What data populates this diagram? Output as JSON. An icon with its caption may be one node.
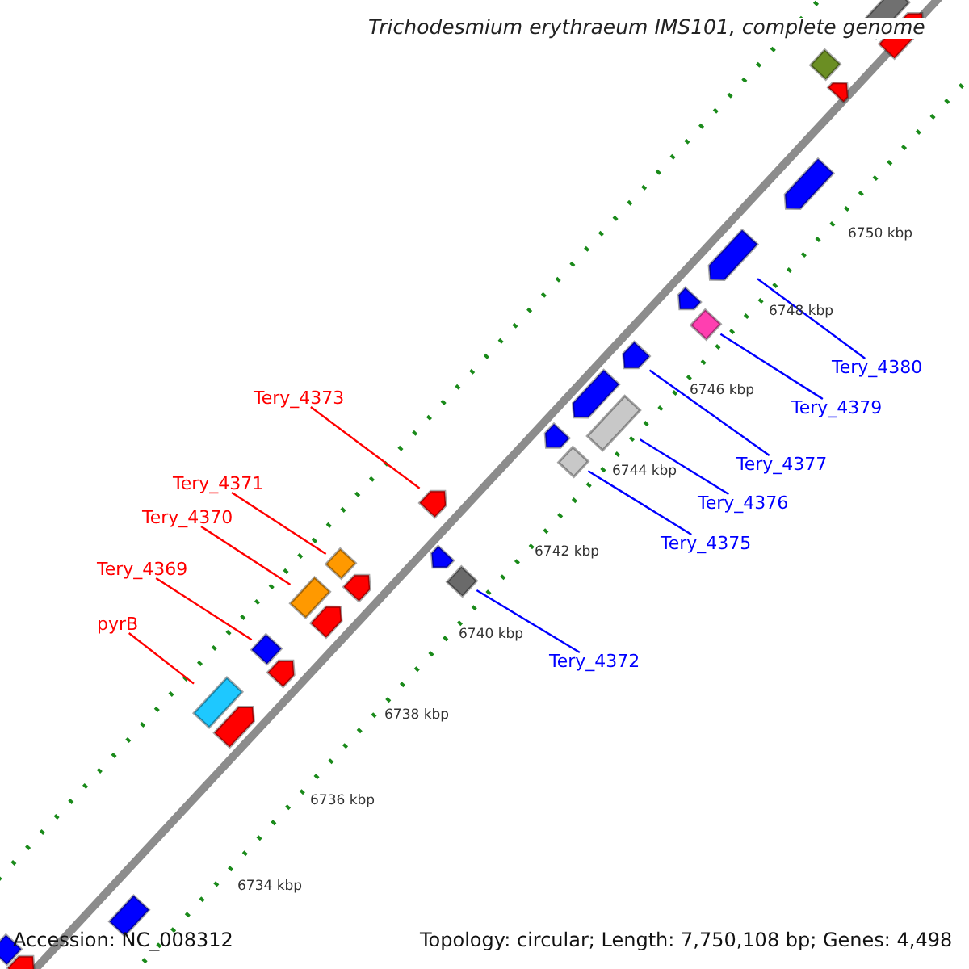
{
  "diagram": {
    "title": "Trichodesmium erythraeum IMS101, complete genome",
    "nodes": [
      {
        "text": [
          "Tery_4380"
        ]
      },
      {
        "text": [],
        "shape": "pentagon"
      },
      {
        "text": [
          "Tery_4373"
        ]
      },
      {
        "text": [],
        "shape": "pentagon"
      },
      {
        "text": [
          "Tery_4379"
        ]
      },
      {
        "text": [],
        "shape": "diamond"
      },
      {
        "text": [
          "Tery_4377"
        ]
      },
      {
        "text": [],
        "shape": "pentagon"
      },
      {
        "text": [
          "Tery_4371"
        ]
      },
      {
        "text": [],
        "shape": "diamond"
      },
      {
        "text": [
          "Tery_4376"
        ]
      },
      {
        "text": [],
        "shape": "box"
      },
      {
        "text": [
          "Tery_4370"
        ]
      },
      {
        "text": [],
        "shape": "box"
      },
      {
        "text": [
          "Tery_4375"
        ]
      },
      {
        "text": [],
        "shape": "diamond"
      },
      {
        "text": [
          "Tery_4369"
        ]
      },
      {
        "text": [],
        "shape": "diamond"
      },
      {
        "text": [
          "pyrB"
        ]
      },
      {
        "text": [],
        "shape": "box"
      },
      {
        "text": [
          "Tery_4372"
        ]
      },
      {
        "text": [],
        "shape": "diamond"
      },
      {
        "text": [],
        "shape": "box"
      },
      {
        "text": [],
        "shape": "pentagon"
      },
      {
        "text": [],
        "shape": "diamond"
      },
      {
        "text": [],
        "shape": "pentagon"
      },
      {
        "text": [],
        "shape": "pentagon"
      },
      {
        "text": [],
        "shape": "pentagon"
      },
      {
        "text": [],
        "shape": "pentagon"
      },
      {
        "text": [],
        "shape": "pentagon"
      },
      {
        "text": [],
        "shape": "pentagon"
      },
      {
        "text": [],
        "shape": "pentagon"
      },
      {
        "text": [],
        "shape": "pentagon"
      },
      {
        "text": [],
        "shape": "pentagon"
      },
      {
        "text": [],
        "shape": "pentagon"
      },
      {
        "text": [],
        "shape": "box"
      },
      {
        "text": [],
        "shape": "diamond"
      },
      {
        "text": [],
        "shape": "pentagon"
      }
    ],
    "edges": [
      {
        "from": 0,
        "to": 1,
        "arrow": "none"
      },
      {
        "from": 2,
        "to": 3,
        "arrow": "none",
        "color": "#ff0000"
      },
      {
        "from": 4,
        "to": 5,
        "arrow": "none"
      },
      {
        "from": 6,
        "to": 7,
        "arrow": "none"
      },
      {
        "from": 8,
        "to": 9,
        "arrow": "none",
        "color": "#ff0000"
      },
      {
        "from": 10,
        "to": 11,
        "arrow": "none"
      },
      {
        "from": 12,
        "to": 13,
        "arrow": "none",
        "color": "#ff0000"
      },
      {
        "from": 14,
        "to": 15,
        "arrow": "none"
      },
      {
        "from": 16,
        "to": 17,
        "arrow": "none",
        "color": "#ff0000"
      },
      {
        "from": 18,
        "to": 19,
        "arrow": "none",
        "color": "#ff0000"
      },
      {
        "from": 20,
        "to": 21,
        "arrow": "none"
      }
    ],
    "labels": [
      "6750 kbp",
      "6748 kbp",
      "6746 kbp",
      "6744 kbp",
      "6742 kbp",
      "6740 kbp",
      "6738 kbp",
      "6736 kbp",
      "6734 kbp",
      "Accession: NC_008312",
      "Topology: circular; Length: 7,750,108 bp; Genes: 4,498"
    ]
  }
}
